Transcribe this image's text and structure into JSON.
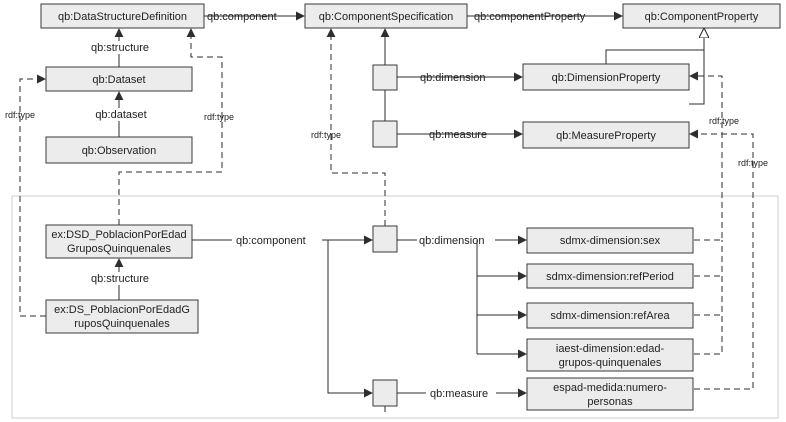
{
  "diagram": {
    "top": {
      "dsd": "qb:DataStructureDefinition",
      "component_spec": "qb:ComponentSpecification",
      "component_property": "qb:ComponentProperty",
      "dataset": "qb:Dataset",
      "observation": "qb:Observation",
      "dimension_property": "qb:DimensionProperty",
      "measure_property": "qb:MeasureProperty"
    },
    "bottom": {
      "dsd_instance": [
        "ex:DSD_PoblacionPorEdad",
        "GruposQuinquenales"
      ],
      "ds_instance": [
        "ex:DS_PoblacionPorEdadG",
        "ruposQuinquenales"
      ],
      "dim_sex": "sdmx-dimension:sex",
      "dim_ref_period": "sdmx-dimension:refPeriod",
      "dim_ref_area": "sdmx-dimension:refArea",
      "dim_age_groups": [
        "iaest-dimension:edad-",
        "grupos-quinquenales"
      ],
      "measure_persons": [
        "espad-medida:numero-",
        "personas"
      ]
    },
    "edges": {
      "component": "qb:component",
      "component_property": "qb:componentProperty",
      "structure": "qb:structure",
      "dataset": "qb:dataset",
      "dimension": "qb:dimension",
      "measure": "qb:measure",
      "rdf_type": "rdf:type"
    }
  }
}
